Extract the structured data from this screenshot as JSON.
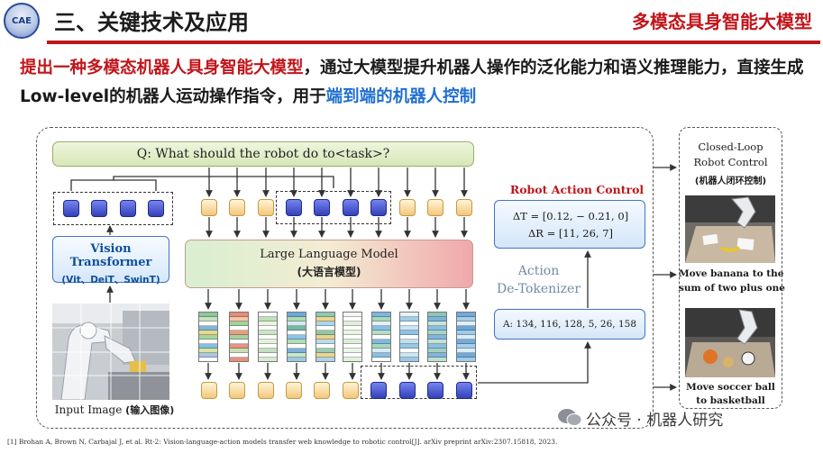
{
  "header": {
    "logo_text": "CAE",
    "section_title": "三、关键技术及应用",
    "section_subtitle": "多模态具身智能大模型"
  },
  "intro": {
    "part1": "提出一种多模态机器人具身智能大模型",
    "part2": "，通过大模型提升机器人操作的泛化能力和语义推理能力，直接生成Low-level的机器人运动操作指令，用于",
    "part3": "端到端的机器人控制"
  },
  "diagram": {
    "question": "Q: What should the robot do to<task>?",
    "vit_title": "Vision Transformer",
    "vit_subtitle": "(Vit、DeiT、SwinT)",
    "llm_title": "Large Language Model",
    "llm_subtitle": "(大语言模型)",
    "input_image_label_en": "Input Image",
    "input_image_label_zh": " (输入图像)",
    "robot_action_control_title": "Robot Action Control",
    "delta_t": "ΔT = [0.12, − 0.21, 0]",
    "delta_r": "ΔR = [11, 26, 7]",
    "detokenizer_line1": "Action",
    "detokenizer_line2": "De-Tokenizer",
    "action_tokens": "A: 134, 116, 128, 5, 26, 158"
  },
  "closed_loop": {
    "title_line1": "Closed-Loop",
    "title_line2": "Robot Control",
    "title_zh": "(机器人闭环控制)",
    "example1_line1": "Move banana to the",
    "example1_line2": "sum of two plus one",
    "example2_line1": "Move soccer ball",
    "example2_line2": "to basketball"
  },
  "watermark": "公众号 · 机器人研究",
  "footnote": "[1] Brohan A, Brown N, Carbajal J, et al. Rt-2: Vision-language-action models transfer web knowledge to robotic control[J]. arXiv preprint arXiv:2307.15818, 2023.",
  "colors": {
    "accent_red": "#c0151b",
    "accent_blue": "#1f6fd1",
    "token_blue": "#3440b8",
    "token_yellow": "#f3c77a"
  }
}
